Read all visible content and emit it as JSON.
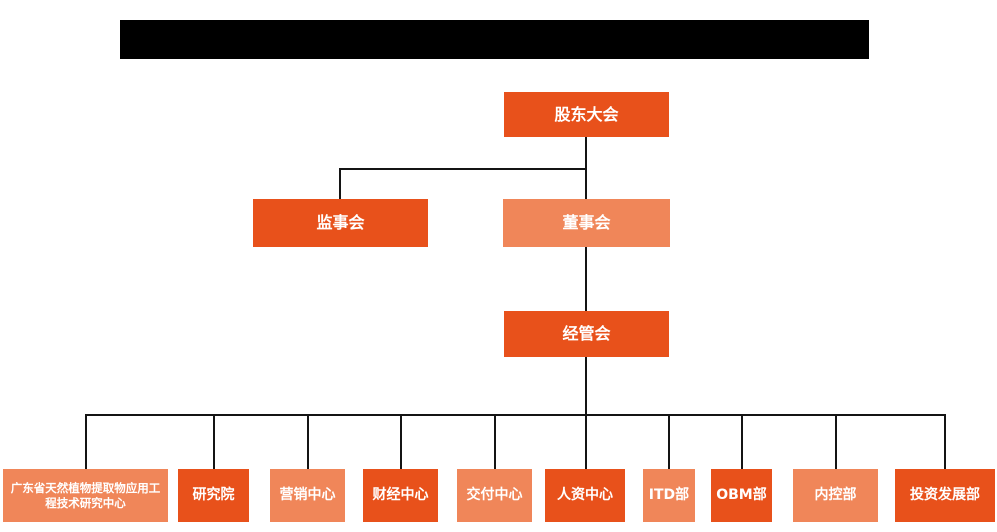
{
  "header": {
    "redacted_title_bar": true
  },
  "colors": {
    "primary_orange": "#E8511B",
    "secondary_salmon": "#F08659",
    "connector_line": "#141414",
    "box_text": "#FFFFFF",
    "redacted_bar": "#000000",
    "background": "#FFFFFF"
  },
  "org_chart": {
    "root": {
      "label": "股东大会",
      "variant": "primary"
    },
    "level2": [
      {
        "label": "监事会",
        "variant": "primary"
      },
      {
        "label": "董事会",
        "variant": "secondary"
      }
    ],
    "level3": {
      "label": "经管会",
      "variant": "primary"
    },
    "departments": [
      {
        "label": "广东省天然植物提取物应用工程技术研究中心",
        "variant": "secondary"
      },
      {
        "label": "研究院",
        "variant": "primary"
      },
      {
        "label": "营销中心",
        "variant": "secondary"
      },
      {
        "label": "财经中心",
        "variant": "primary"
      },
      {
        "label": "交付中心",
        "variant": "secondary"
      },
      {
        "label": "人资中心",
        "variant": "primary"
      },
      {
        "label": "ITD部",
        "variant": "secondary"
      },
      {
        "label": "OBM部",
        "variant": "primary"
      },
      {
        "label": "内控部",
        "variant": "secondary"
      },
      {
        "label": "投资发展部",
        "variant": "primary"
      }
    ]
  }
}
